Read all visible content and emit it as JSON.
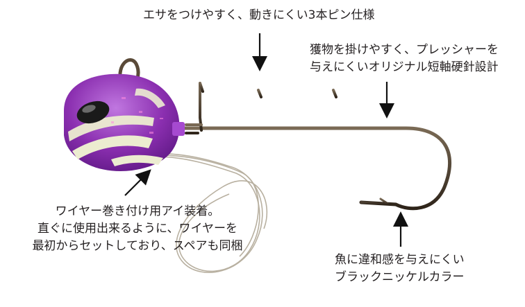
{
  "callouts": {
    "spike_hooks": "エサをつけやすく、動きにくい3本ピン仕様",
    "main_hook": {
      "line1": "獲物を掛けやすく、プレッシャーを",
      "line2": "与えにくいオリジナル短軸硬針設計"
    },
    "wire_eye": {
      "line1": "ワイヤー巻き付け用アイ装着。",
      "line2": "直ぐに使用出来るように、ワイヤーを",
      "line3": "最初からセットしており、スペアも同梱"
    },
    "coating": {
      "line1": "魚に違和感を与えにくい",
      "line2": "ブラックニッケルカラー"
    }
  },
  "colors": {
    "lure_body": "#8b2fb0",
    "lure_stripe": "#ececd0",
    "hook_metal": "#4a3a2a",
    "wire": "#b8b0a0"
  },
  "icons": {
    "arrow": "arrow-icon",
    "lure": "tenya-lure-illustration"
  }
}
